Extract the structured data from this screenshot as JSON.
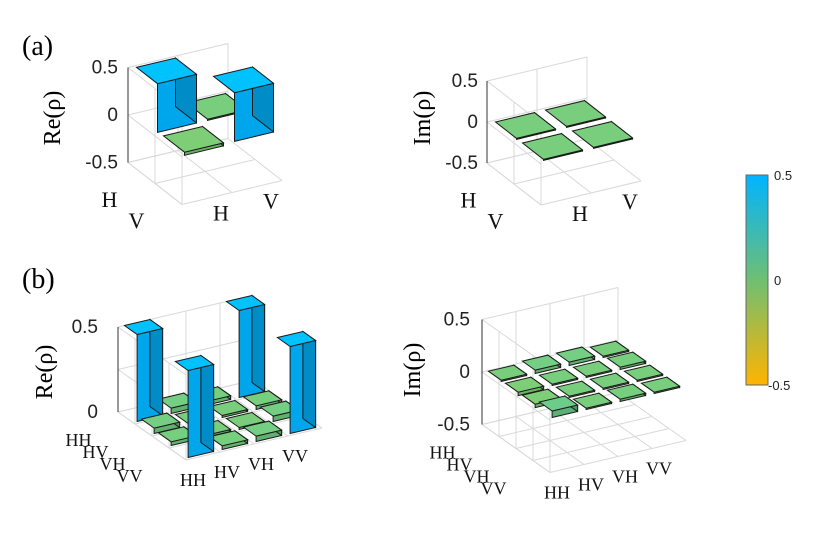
{
  "colorbar": {
    "min": -0.5,
    "max": 0.5,
    "tick_labels": [
      "0.5",
      "0",
      "-0.5"
    ],
    "colors": {
      "high": "#00b4ff",
      "mid": "#6fbf73",
      "low": "#ffb400"
    }
  },
  "chart_data": [
    {
      "type": "bar3d",
      "panel": "(a)",
      "ylabel": "Re(ρ)",
      "rows": [
        "H",
        "V"
      ],
      "cols": [
        "H",
        "V"
      ],
      "z_ticks": [
        "0.5",
        "0",
        "-0.5"
      ],
      "zlim": [
        -0.5,
        0.5
      ],
      "values": [
        [
          0.5,
          0.0
        ],
        [
          -0.02,
          0.5
        ]
      ]
    },
    {
      "type": "bar3d",
      "panel": "",
      "ylabel": "Im(ρ)",
      "rows": [
        "H",
        "V"
      ],
      "cols": [
        "H",
        "V"
      ],
      "z_ticks": [
        "0.5",
        "0",
        "-0.5"
      ],
      "zlim": [
        -0.5,
        0.5
      ],
      "values": [
        [
          0.0,
          0.0
        ],
        [
          0.0,
          0.0
        ]
      ]
    },
    {
      "type": "bar3d",
      "panel": "(b)",
      "ylabel": "Re(ρ)",
      "rows": [
        "HH",
        "HV",
        "VH",
        "VV"
      ],
      "cols": [
        "HH",
        "HV",
        "VH",
        "VV"
      ],
      "z_ticks": [
        "0.5",
        "0"
      ],
      "zlim": [
        0,
        0.5
      ],
      "values": [
        [
          0.5,
          0.02,
          0.01,
          0.5
        ],
        [
          0.02,
          0.0,
          0.0,
          0.01
        ],
        [
          0.01,
          0.0,
          0.0,
          0.02
        ],
        [
          0.5,
          0.01,
          0.02,
          0.5
        ]
      ]
    },
    {
      "type": "bar3d",
      "panel": "",
      "ylabel": "Im(ρ)",
      "rows": [
        "HH",
        "HV",
        "VH",
        "VV"
      ],
      "cols": [
        "HH",
        "HV",
        "VH",
        "VV"
      ],
      "z_ticks": [
        "0.5",
        "0",
        "-0.5"
      ],
      "zlim": [
        -0.5,
        0.5
      ],
      "values": [
        [
          0.0,
          0.02,
          0.02,
          0.0
        ],
        [
          -0.02,
          0.0,
          0.0,
          0.01
        ],
        [
          -0.02,
          0.0,
          0.0,
          0.0
        ],
        [
          0.05,
          0.0,
          0.01,
          0.0
        ]
      ]
    }
  ]
}
